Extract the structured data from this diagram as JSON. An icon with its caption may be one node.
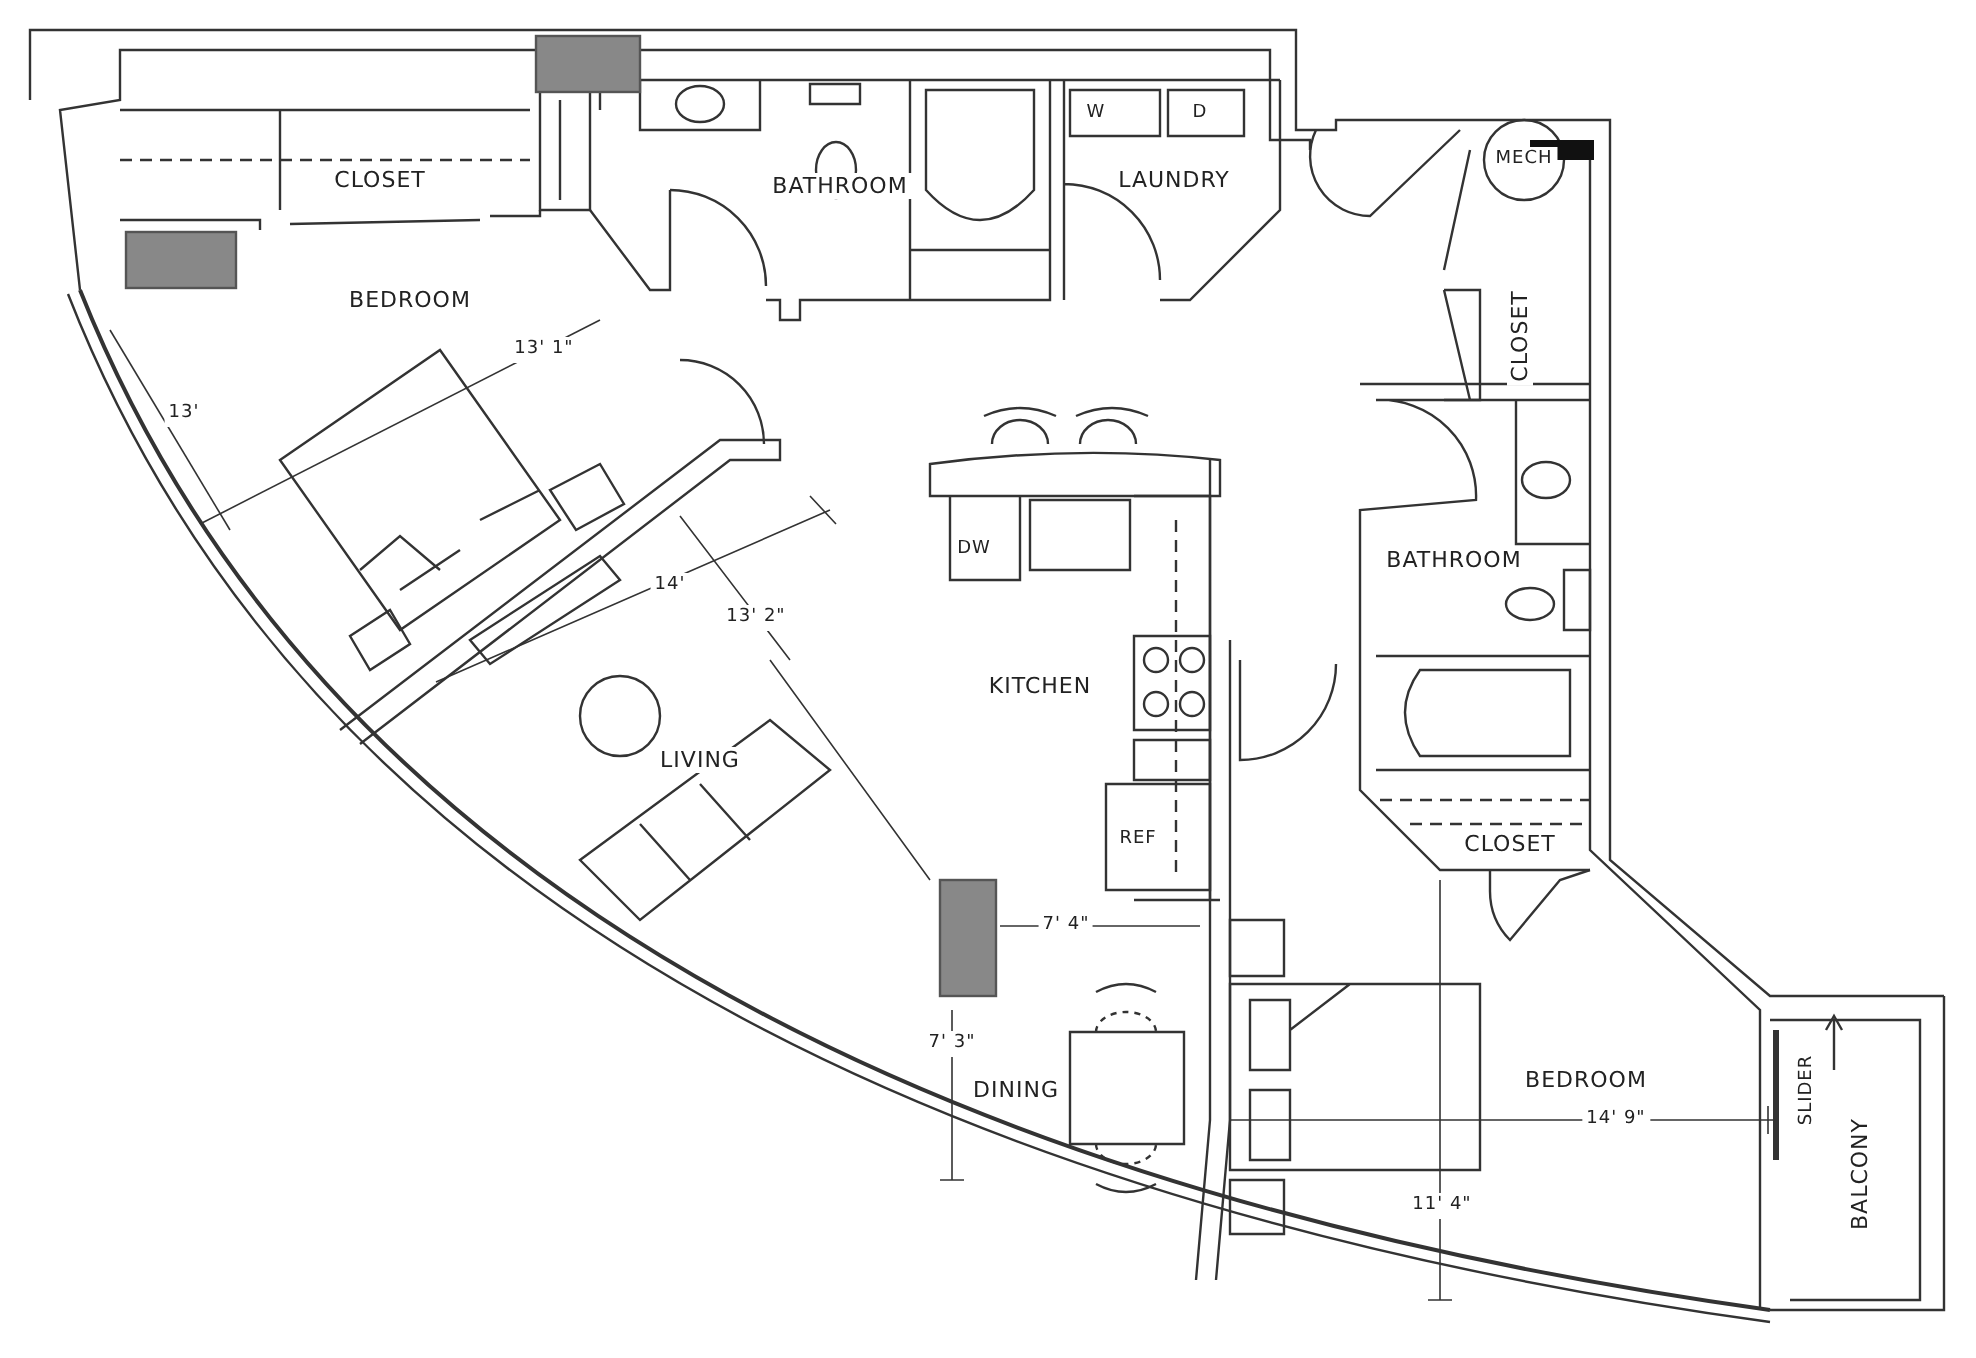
{
  "diagram": {
    "labels": [
      "CLOSET",
      "BATHROOM",
      "W",
      "D",
      "LAUNDRY",
      "MECH",
      "BEDROOM",
      "CLOSET",
      "13' 1\"",
      "13'",
      "DW",
      "BATHROOM",
      "14'",
      "13' 2\"",
      "KITCHEN",
      "LIVING",
      "REF",
      "CLOSET",
      "7' 4\"",
      "7' 3\"",
      "DINING",
      "BEDROOM",
      "14' 9\"",
      "SLIDER",
      "BALCONY",
      "11' 4\""
    ]
  }
}
